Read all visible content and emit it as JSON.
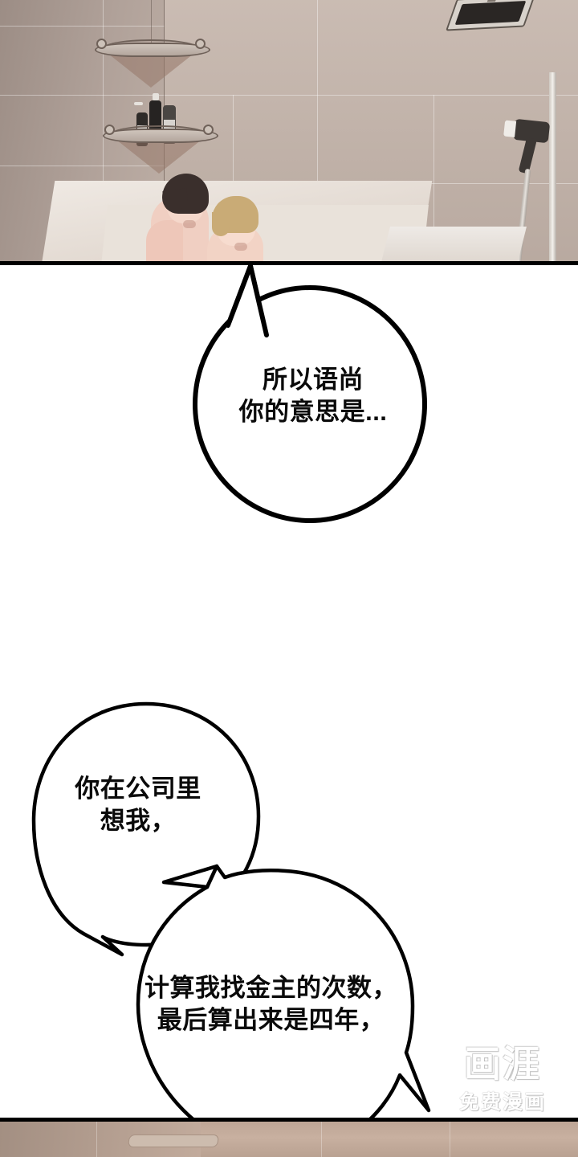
{
  "comic": {
    "panels": [
      {
        "id": "panel-top",
        "scene_name": "bathroom-shower-scene",
        "description": "Two characters sitting in a bathtub in a tiled bathroom",
        "characters": [
          {
            "name": "dark-haired-character",
            "hair_color": "#3a2f2c"
          },
          {
            "name": "blond-character",
            "hair_color": "#c9ab76"
          }
        ],
        "props": [
          "corner-shelf-upper",
          "corner-shelf-lower",
          "shampoo-bottles",
          "shower-head",
          "ceiling-vent"
        ]
      },
      {
        "id": "panel-bottom",
        "scene_name": "bathroom-wall-strip",
        "description": "Bottom edge of the following bathroom panel"
      }
    ],
    "bubbles": [
      {
        "id": "bubble-1",
        "speaker": "dark-haired-character",
        "text": "所以语尚\n你的意思是..."
      },
      {
        "id": "bubble-2",
        "speaker": "blond-character",
        "text": "你在公司里\n想我，"
      },
      {
        "id": "bubble-3",
        "speaker": "blond-character",
        "text": "计算我找金主的次数，\n最后算出来是四年，"
      }
    ]
  },
  "watermark": {
    "brand": "画涯",
    "tagline": "免费漫画"
  },
  "colors": {
    "bubble_fill": "#ffffff",
    "bubble_stroke": "#000000",
    "panel_border": "#000000",
    "page_background": "#ffffff",
    "wall_tile": "#c4b4aa",
    "wall_shadow": "#9c8d85",
    "tub": "#e9e2da",
    "skin": "#f2d3c5"
  }
}
